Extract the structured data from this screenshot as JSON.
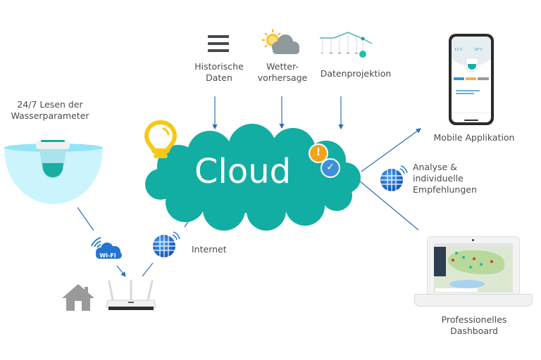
{
  "diagram": {
    "cloud": {
      "label": "Cloud",
      "color": "#12ada3",
      "text_color": "#ffffff",
      "badges": [
        {
          "icon": "warning-icon",
          "glyph": "!",
          "color": "#f2a31b"
        },
        {
          "icon": "check-icon",
          "glyph": "✓",
          "color": "#3d8fd9"
        }
      ],
      "idea_icon": "lightbulb-icon"
    },
    "inputs": [
      {
        "id": "historical",
        "lines": [
          "Historische",
          "Daten"
        ],
        "icon": "list-icon"
      },
      {
        "id": "weather",
        "lines": [
          "Wetter-",
          "vorhersage"
        ],
        "icon": "weather-icon"
      },
      {
        "id": "projection",
        "lines": [
          "Datenprojektion"
        ],
        "icon": "chart-projection-icon"
      }
    ],
    "sensor": {
      "lines": [
        "24/7 Lesen der",
        "Wasserparameter"
      ],
      "icon": "pool-sensor-icon"
    },
    "wifi": {
      "icon": "wifi-cloud-icon",
      "text": "WI-FI"
    },
    "internet": {
      "label": "Internet",
      "icon": "globe-icon"
    },
    "home": {
      "icon": "house-icon"
    },
    "router": {
      "icon": "router-icon"
    },
    "analysis": {
      "lines": [
        "Analyse &",
        "individuelle",
        "Empfehlungen"
      ],
      "icon": "globe-icon"
    },
    "mobile": {
      "label": "Mobile Applikation",
      "icon": "smartphone-icon",
      "screen": {
        "temp_left": "11°C",
        "temp_right": "26°C"
      }
    },
    "dashboard": {
      "lines": [
        "Professionelles",
        "Dashboard"
      ],
      "icon": "laptop-icon"
    },
    "colors": {
      "arrow": "#2f6db3",
      "text": "#4b4b4b",
      "accent_teal": "#12ada3",
      "globe_blue": "#1d6fd1",
      "bulb_yellow": "#f7c815",
      "house_gray": "#9a9a9a",
      "water_light": "#c8f2fb"
    }
  }
}
